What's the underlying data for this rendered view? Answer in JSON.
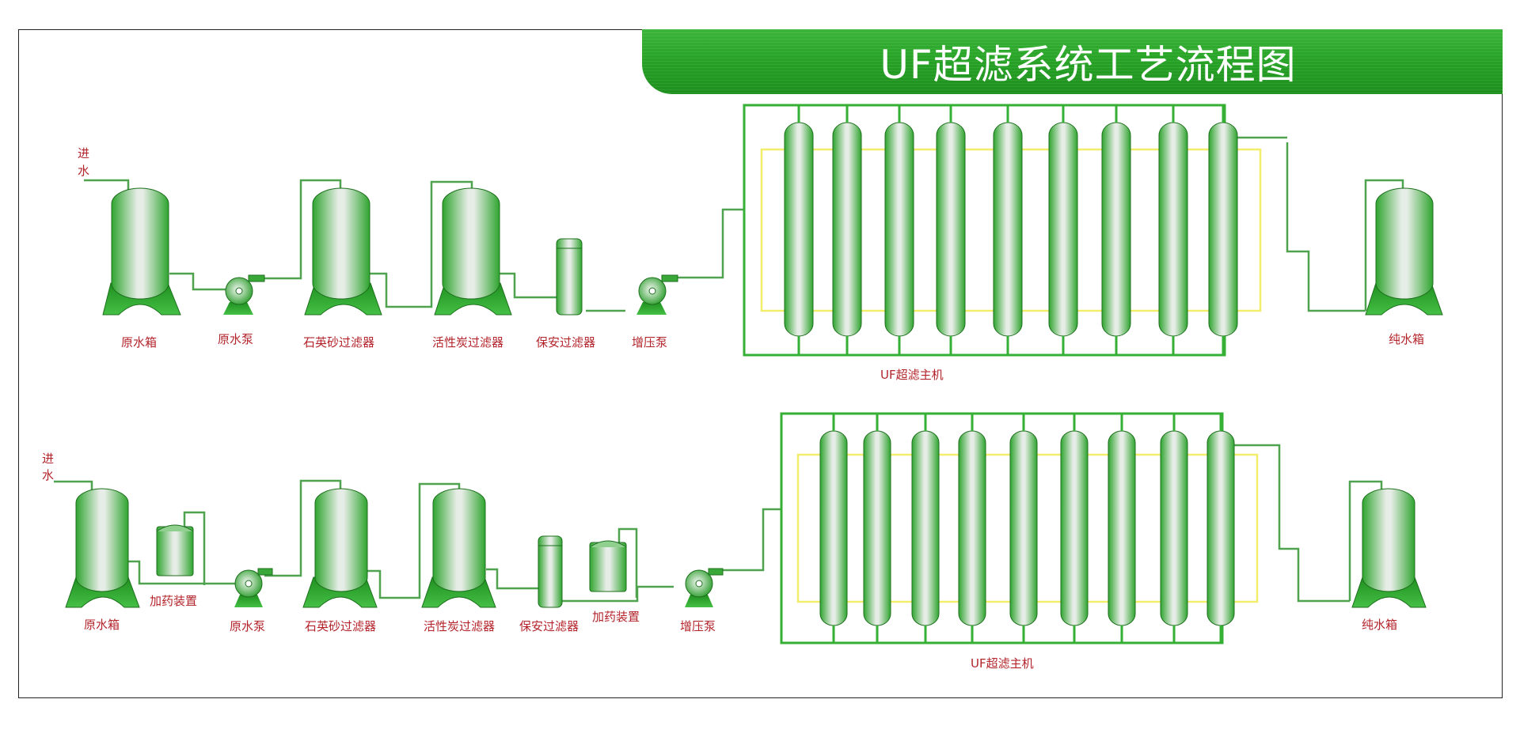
{
  "title": "UF超滤系统工艺流程图",
  "colors": {
    "pipe": "#4fa34f",
    "frame_green": "#35b035",
    "inner_loop": "#f2ee6a",
    "label": "#b3242b",
    "banner": "#27a326"
  },
  "top_line": {
    "inlet": "进水",
    "labels": {
      "raw_tank": "原水箱",
      "raw_pump": "原水泵",
      "sand_filter": "石英砂过滤器",
      "carbon_filter": "活性炭过滤器",
      "security_filter": "保安过滤器",
      "booster_pump": "增压泵",
      "uf_host": "UF超滤主机",
      "pure_tank": "纯水箱"
    }
  },
  "bottom_line": {
    "inlet": "进水",
    "labels": {
      "raw_tank": "原水箱",
      "dosing_1": "加药装置",
      "raw_pump": "原水泵",
      "sand_filter": "石英砂过滤器",
      "carbon_filter": "活性炭过滤器",
      "security_filter": "保安过滤器",
      "dosing_2": "加药装置",
      "booster_pump": "增压泵",
      "uf_host": "UF超滤主机",
      "pure_tank": "纯水箱"
    }
  }
}
